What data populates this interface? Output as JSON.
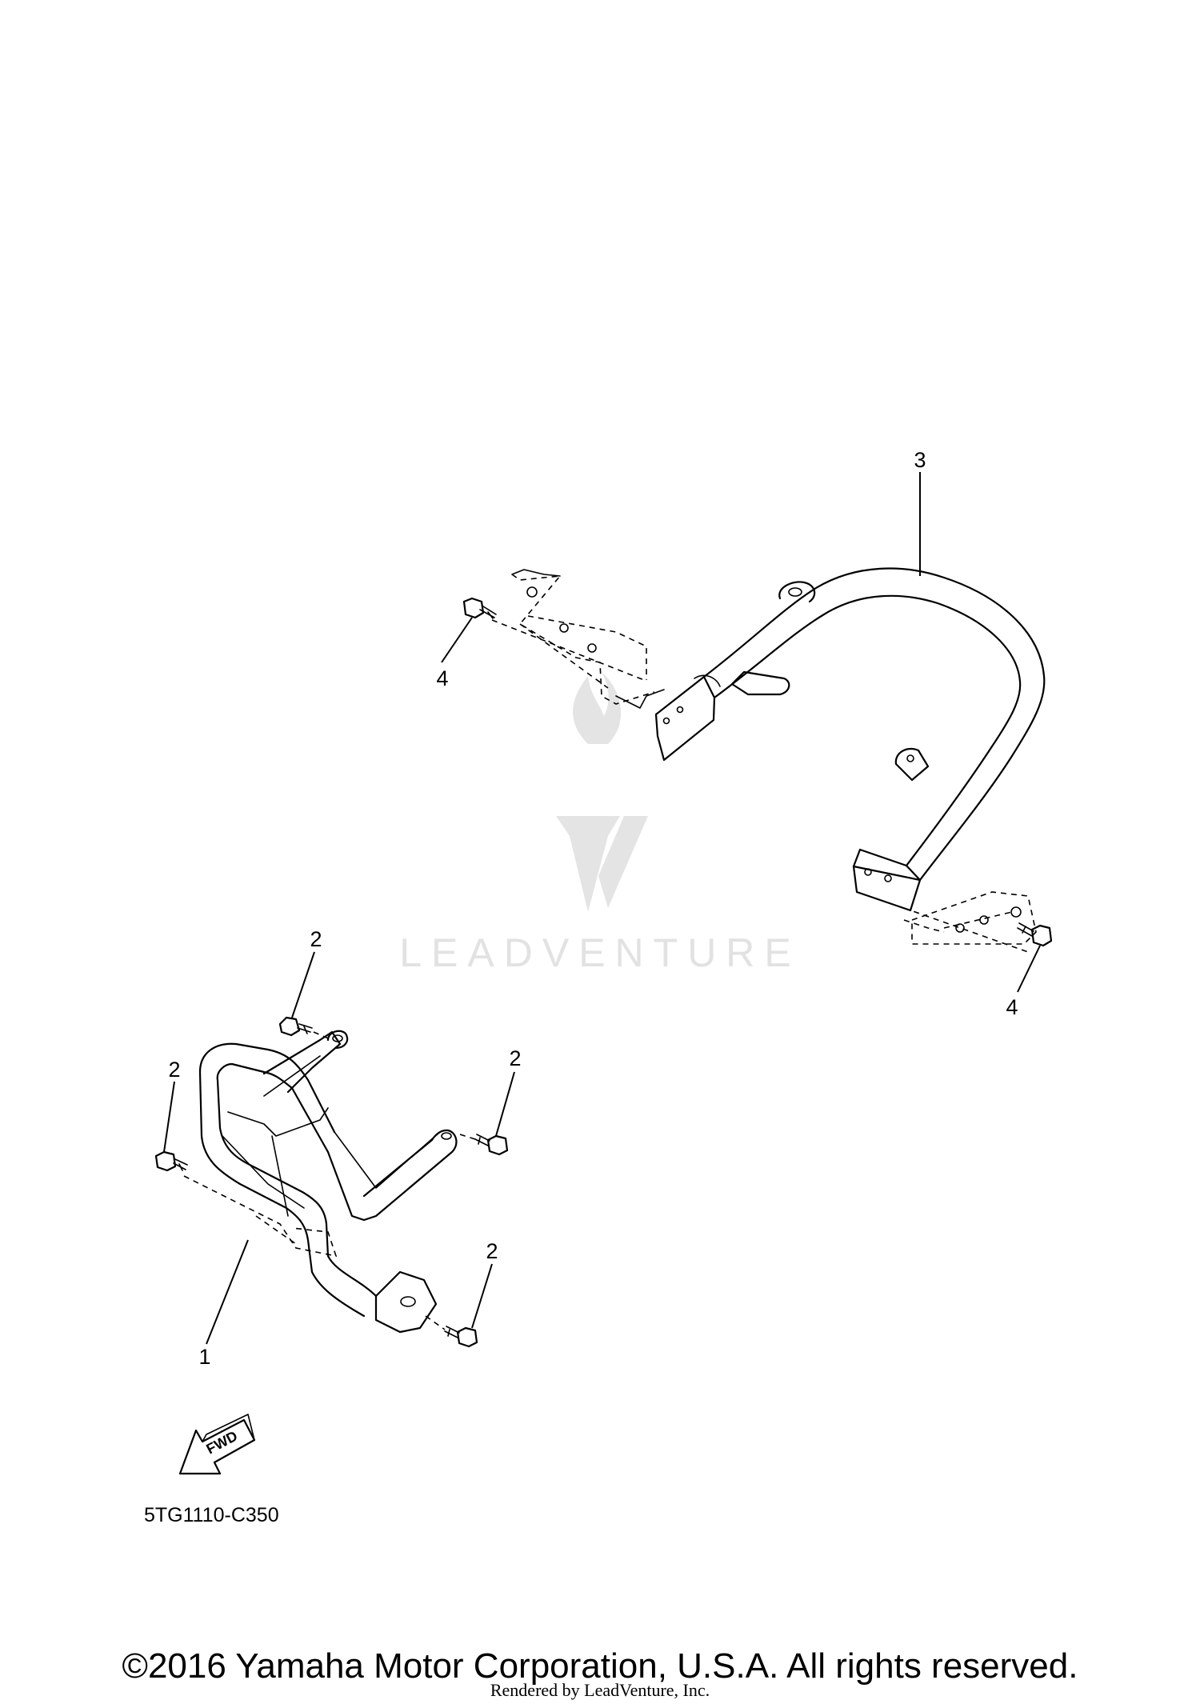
{
  "callouts": {
    "part_1": "1",
    "part_2": "2",
    "part_3": "3",
    "part_4": "4"
  },
  "fwd_label": "FWD",
  "diagram_code": "5TG1110-C350",
  "watermark": "LEADVENTURE",
  "copyright": "©2016 Yamaha Motor Corporation, U.S.A. All rights reserved.",
  "rendered_by": "Rendered by LeadVenture, Inc.",
  "colors": {
    "line": "#000000",
    "watermark": "#e2e2e2",
    "background": "#ffffff"
  }
}
